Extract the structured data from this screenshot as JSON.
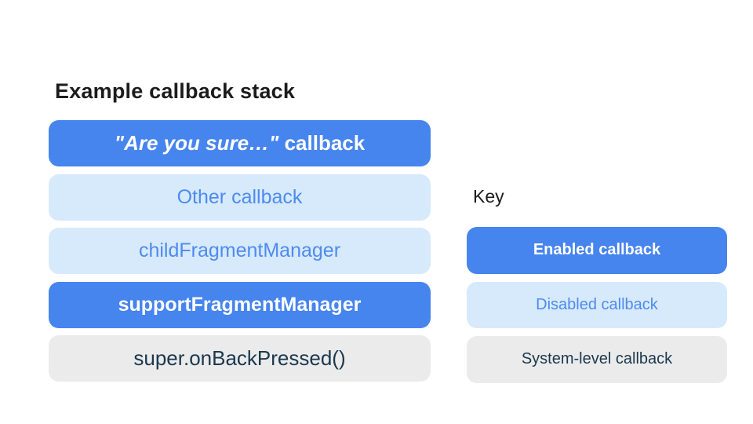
{
  "title": "Example callback stack",
  "stack": {
    "items": [
      {
        "quoted": "\"Are you sure…\"",
        "suffix": " callback",
        "type": "enabled"
      },
      {
        "label": "Other callback",
        "type": "disabled"
      },
      {
        "label": "childFragmentManager",
        "type": "disabled"
      },
      {
        "label": "supportFragmentManager",
        "type": "enabled"
      },
      {
        "label": "super.onBackPressed()",
        "type": "system"
      }
    ]
  },
  "key": {
    "label": "Key",
    "items": [
      {
        "label": "Enabled callback",
        "type": "enabled"
      },
      {
        "label": "Disabled callback",
        "type": "disabled"
      },
      {
        "label": "System-level callback",
        "type": "system"
      }
    ]
  },
  "colors": {
    "page_bg": "#FFFFFF",
    "enabled_bg": "#4684EE",
    "enabled_text": "#FFFFFF",
    "disabled_bg": "#D6EAFC",
    "disabled_text": "#4E8AF0",
    "system_bg": "#EBEBEB",
    "system_text": "#1B384E",
    "title_text": "#1C1C1C"
  }
}
